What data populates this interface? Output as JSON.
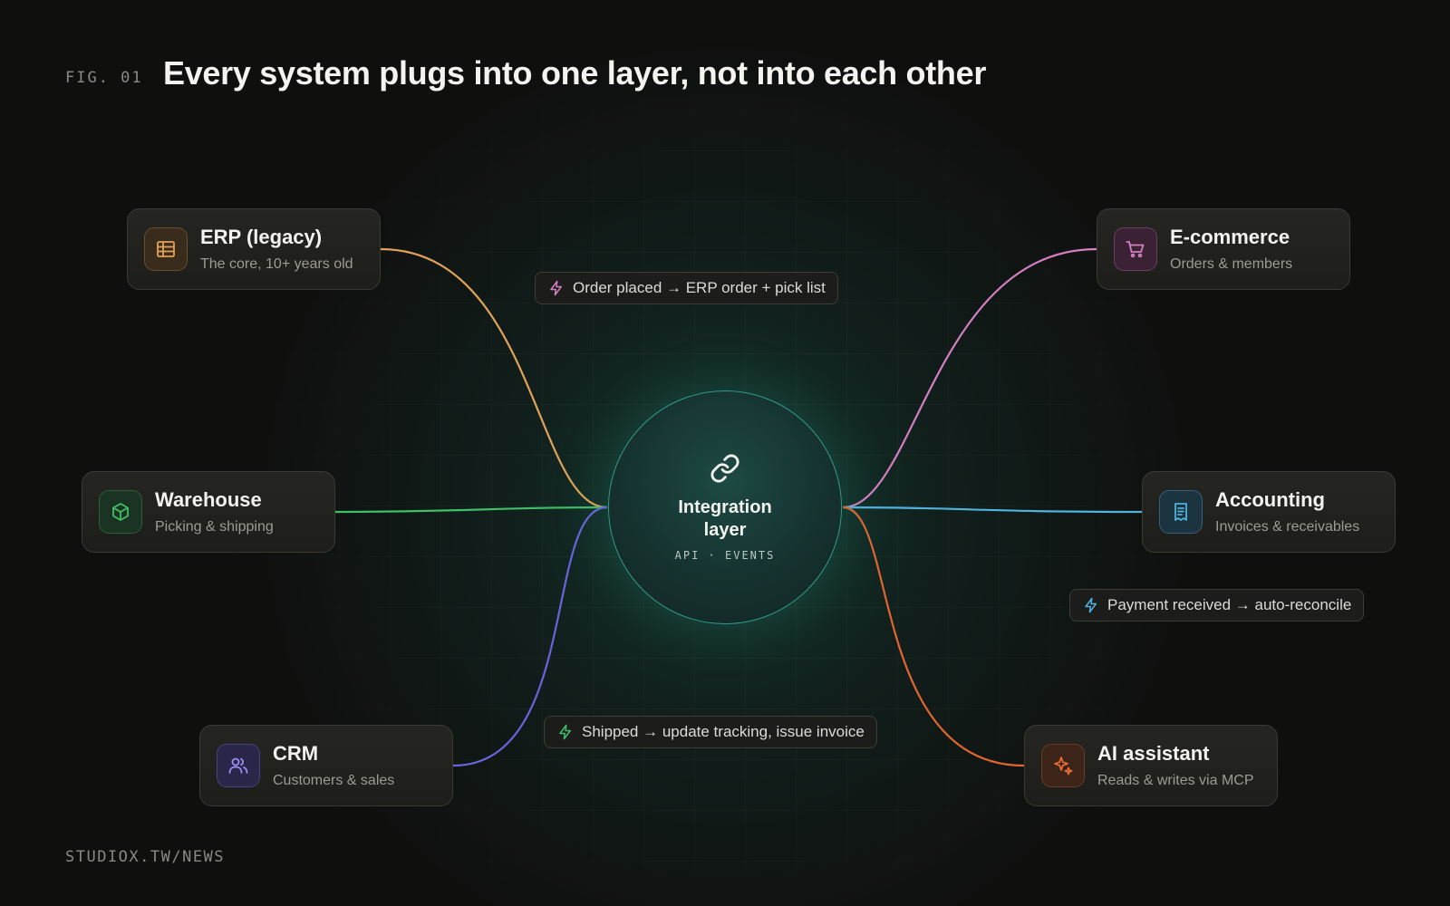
{
  "figure": {
    "label": "FIG. 01",
    "title": "Every system plugs into one layer, not into each other",
    "footer": "STUDIOX.TW/NEWS"
  },
  "hub": {
    "icon": "link-icon",
    "title": "Integration\nlayer",
    "subtitle": "API · EVENTS",
    "accent": "#2f9c86"
  },
  "systems": {
    "erp": {
      "title": "ERP (legacy)",
      "subtitle": "The core, 10+ years old",
      "icon": "table-icon",
      "color": "#e0a257"
    },
    "warehouse": {
      "title": "Warehouse",
      "subtitle": "Picking & shipping",
      "icon": "box-icon",
      "color": "#3fbf67"
    },
    "crm": {
      "title": "CRM",
      "subtitle": "Customers & sales",
      "icon": "users-icon",
      "color": "#7a6ee8"
    },
    "ecommerce": {
      "title": "E-commerce",
      "subtitle": "Orders & members",
      "icon": "cart-icon",
      "color": "#d47fc0"
    },
    "accounting": {
      "title": "Accounting",
      "subtitle": "Invoices & receivables",
      "icon": "receipt-icon",
      "color": "#4fb3de"
    },
    "ai": {
      "title": "AI assistant",
      "subtitle": "Reads & writes via MCP",
      "icon": "sparkle-icon",
      "color": "#e86a35"
    }
  },
  "events": {
    "order": {
      "text": "Order placed → ERP order + pick list",
      "icon": "bolt-icon",
      "color": "#d47fc0"
    },
    "payment": {
      "text": "Payment received → auto-reconcile",
      "icon": "bolt-icon",
      "color": "#4fb3de"
    },
    "shipped": {
      "text": "Shipped → update tracking, issue invoice",
      "icon": "bolt-icon",
      "color": "#3fbf67"
    }
  }
}
